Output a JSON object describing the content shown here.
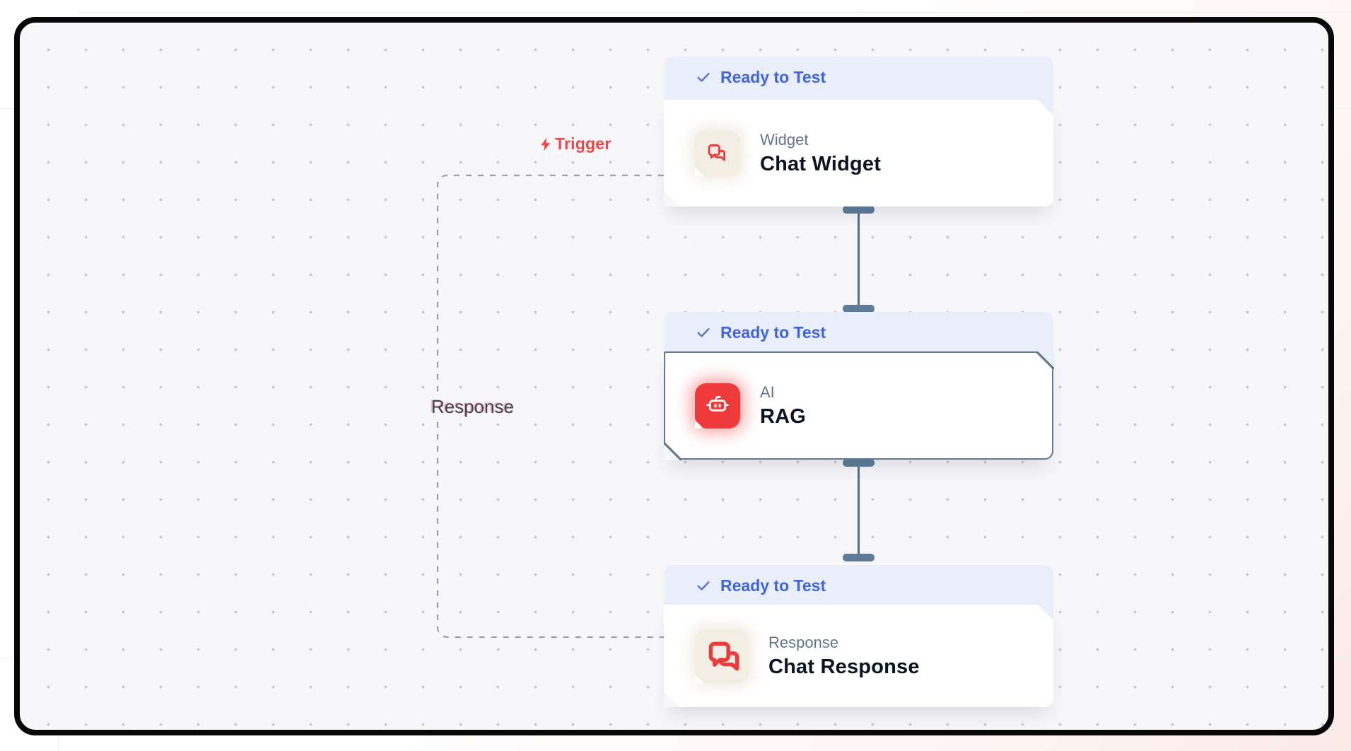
{
  "labels": {
    "trigger": "Trigger",
    "response": "Response"
  },
  "nodes": [
    {
      "id": "chat-widget",
      "status": "Ready to Test",
      "category": "Widget",
      "title": "Chat Widget",
      "icon": "chat-bubbles-icon",
      "selected": false
    },
    {
      "id": "rag",
      "status": "Ready to Test",
      "category": "AI",
      "title": "RAG",
      "icon": "robot-icon",
      "selected": true
    },
    {
      "id": "chat-response",
      "status": "Ready to Test",
      "category": "Response",
      "title": "Chat Response",
      "icon": "chat-bubbles-icon",
      "selected": false
    }
  ],
  "colors": {
    "accent_red": "#ee3a3a",
    "status_blue": "#4164de",
    "badge_bg": "#e9eefb",
    "connector_slate": "#4f6e89",
    "handle_slate": "#5e7d99",
    "selected_border": "#64788e",
    "canvas_bg": "#f7f7fa",
    "dashed_edge": "#9aa1ad"
  }
}
